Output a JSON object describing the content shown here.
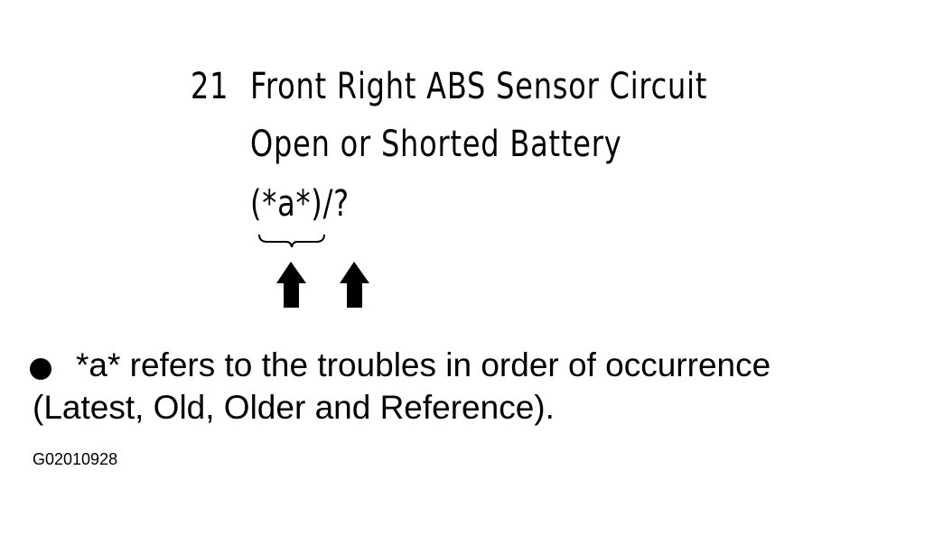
{
  "diagram": {
    "code_number": "21",
    "code_description_line1": "Front Right ABS Sensor Circuit",
    "code_description_line2": "Open or Shorted Battery",
    "code_format": "(*a*)/?"
  },
  "note": {
    "line1": "*a* refers to the troubles in order of occurrence",
    "line2": "(Latest, Old, Older and Reference)."
  },
  "figure_id": "G02010928",
  "icons": {
    "bullet": "bullet-icon",
    "brace": "brace-icon",
    "arrow": "arrow-up-icon"
  },
  "colors": {
    "ink": "#000000",
    "background": "#ffffff"
  }
}
